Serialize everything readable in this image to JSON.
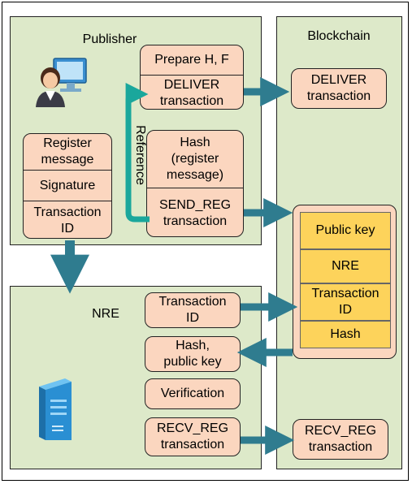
{
  "panels": {
    "publisher": "Publisher",
    "blockchain": "Blockchain",
    "nre": "NRE"
  },
  "publisher": {
    "prepare_label": "Prepare H, F",
    "deliver_tx": "DELIVER\ntransaction",
    "register_stack": [
      "Register\nmessage",
      "Signature",
      "Transaction\nID"
    ],
    "hash_label": "Hash\n(register\nmessage)",
    "send_reg_tx": "SEND_REG\ntransaction",
    "reference_label": "Reference"
  },
  "blockchain": {
    "deliver_tx": "DELIVER\ntransaction",
    "record_cells": [
      "Public key",
      "NRE",
      "Transaction\nID",
      "Hash"
    ],
    "recv_reg_tx": "RECV_REG\ntransaction"
  },
  "nre": {
    "transaction_id": "Transaction\nID",
    "hash_public_key": "Hash,\npublic key",
    "verification": "Verification",
    "recv_reg_tx": "RECV_REG\ntransaction"
  },
  "colors": {
    "panel": "#dde9c9",
    "box": "#fbd6bf",
    "record": "#fdd35b",
    "arrow": "#2f7c8f",
    "reference_arrow": "#1aa79c"
  },
  "icons": [
    "user-at-computer-icon",
    "server-icon"
  ]
}
